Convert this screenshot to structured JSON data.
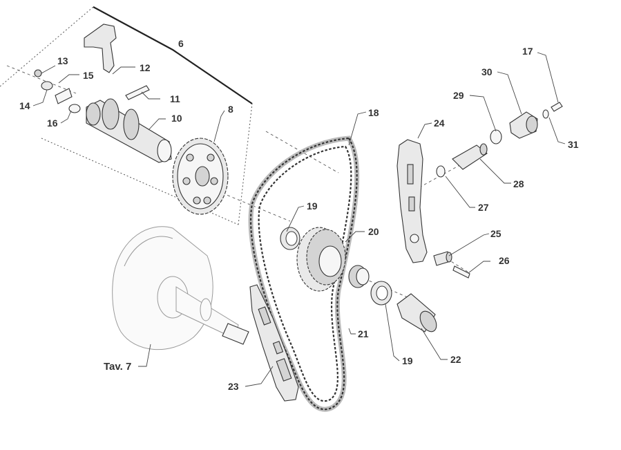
{
  "diagram": {
    "labels": {
      "p6": "6",
      "p8": "8",
      "p10": "10",
      "p11": "11",
      "p12": "12",
      "p13": "13",
      "p14": "14",
      "p15": "15",
      "p16": "16",
      "p17": "17",
      "p18": "18",
      "p19a": "19",
      "p19b": "19",
      "p20": "20",
      "p21": "21",
      "p22": "22",
      "p23": "23",
      "p24": "24",
      "p25": "25",
      "p26": "26",
      "p27": "27",
      "p28": "28",
      "p29": "29",
      "p30": "30",
      "p31": "31",
      "tav7": "Tav. 7"
    }
  }
}
